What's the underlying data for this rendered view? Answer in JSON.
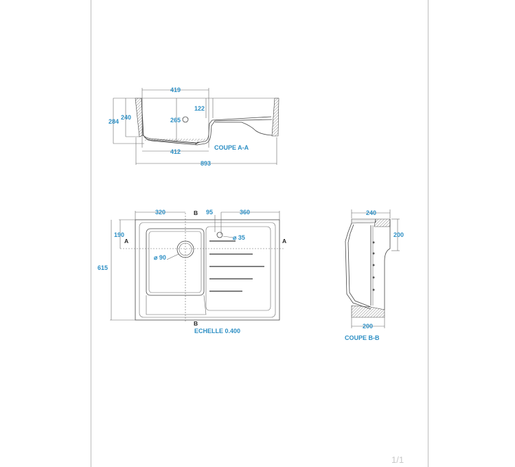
{
  "viewer": {
    "page_indicator": "1/1"
  },
  "section_aa": {
    "title": "COUPE A-A",
    "dims": {
      "top_width": "419",
      "depth_outer": "284",
      "depth_inner": "240",
      "hole_height": "265",
      "drainer_depth": "122",
      "bottom_width": "412",
      "overall_width": "893"
    }
  },
  "plan_view": {
    "dims": {
      "left_width": "320",
      "tap_offset": "95",
      "right_width": "360",
      "cut_height": "190",
      "overall_depth": "615",
      "drain_diameter": "⌀ 90",
      "tap_diameter": "⌀ 35"
    },
    "cut_marks": {
      "a_left": "A",
      "a_right": "A",
      "b_top": "B",
      "b_bottom": "B"
    },
    "scale": "ECHELLE 0.400"
  },
  "section_bb": {
    "title": "COUPE B-B",
    "dims": {
      "top_width": "240",
      "height": "200",
      "bottom_width": "200"
    }
  },
  "colors": {
    "dimension": "#2d8fc4",
    "lines": "#444444",
    "page_border": "#bdbdbd"
  }
}
